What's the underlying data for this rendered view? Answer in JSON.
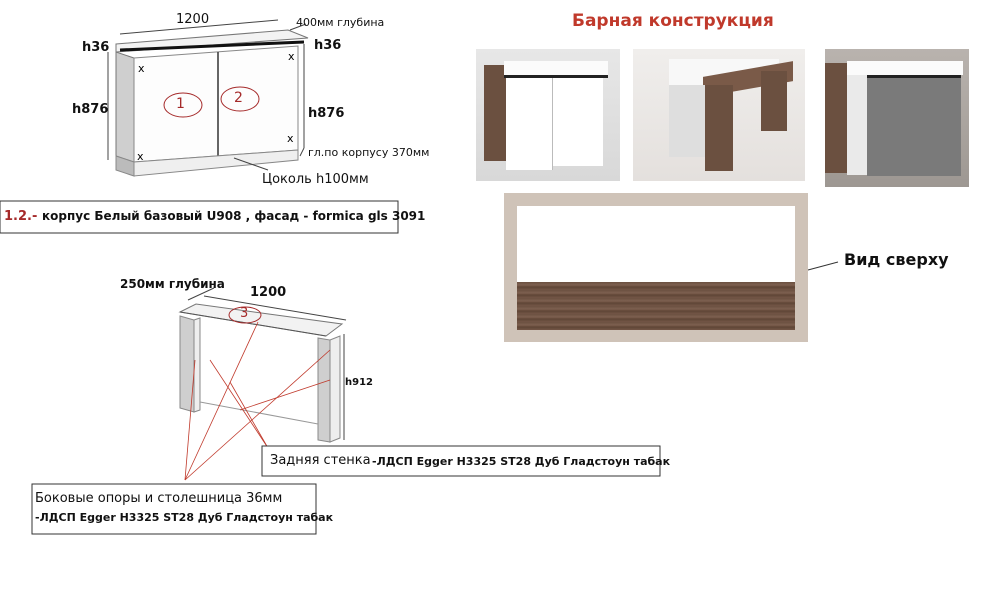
{
  "cabinet": {
    "width_label": "1200",
    "depth_label": "400мм глубина",
    "top_left_thickness": "h36",
    "top_right_thickness": "h36",
    "left_height": "h876",
    "right_height": "h876",
    "door_1": "1",
    "door_2": "2",
    "inner_depth": "гл.по корпусу 370мм",
    "plinth": "Цоколь h100мм",
    "spec_number": "1.2.-",
    "spec_text": "корпус  Белый базовый U908 , фасад - formica gls 3091"
  },
  "bar_frame": {
    "depth_label": "250мм глубина",
    "width_label": "1200",
    "panel_number": "3",
    "height_label": "h912",
    "back_wall_title": "Задняя стенка",
    "back_wall_material": "-ЛДСП Egger H3325 ST28 Дуб Гладстоун табак",
    "supports_title": "Боковые опоры и столешница 36мм",
    "supports_material": "-ЛДСП Egger H3325 ST28 Дуб Гладстоун табак"
  },
  "render": {
    "title": "Барная конструкция",
    "top_view_label": "Вид сверху"
  },
  "colors": {
    "title_red": "#c0392b",
    "number_red": "#a52a2a",
    "walnut": "#6b5040",
    "top_view_border": "#cfc3b8"
  }
}
